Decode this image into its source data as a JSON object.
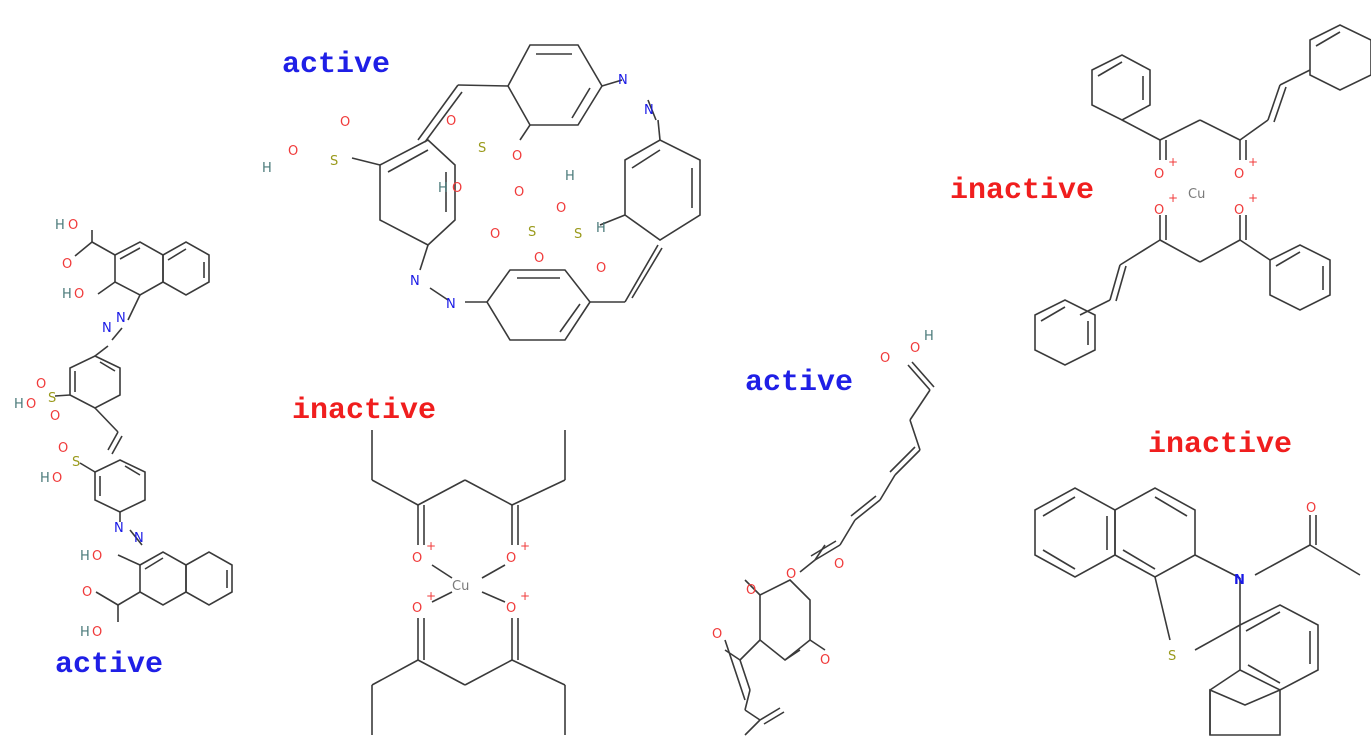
{
  "colors": {
    "active": "#1f1fe6",
    "inactive": "#f01e1e",
    "bond": "#3a3a3a",
    "oxygen": "#f03a3a",
    "nitrogen": "#1a1ae6",
    "sulfur": "#9a9a1c",
    "hydrogen": "#4a7a7a",
    "copper": "#7a7a7a"
  },
  "molecules": [
    {
      "id": "m1",
      "label": "active",
      "status": "active"
    },
    {
      "id": "m2",
      "label": "active",
      "status": "active"
    },
    {
      "id": "m3",
      "label": "inactive",
      "status": "inactive"
    },
    {
      "id": "m4",
      "label": "active",
      "status": "active"
    },
    {
      "id": "m5",
      "label": "inactive",
      "status": "inactive"
    },
    {
      "id": "m6",
      "label": "inactive",
      "status": "inactive"
    }
  ],
  "atoms": {
    "oxygen": "O",
    "nitrogen": "N",
    "sulfur": "S",
    "hydrogen": "H",
    "copper": "Cu",
    "charge": "+"
  }
}
